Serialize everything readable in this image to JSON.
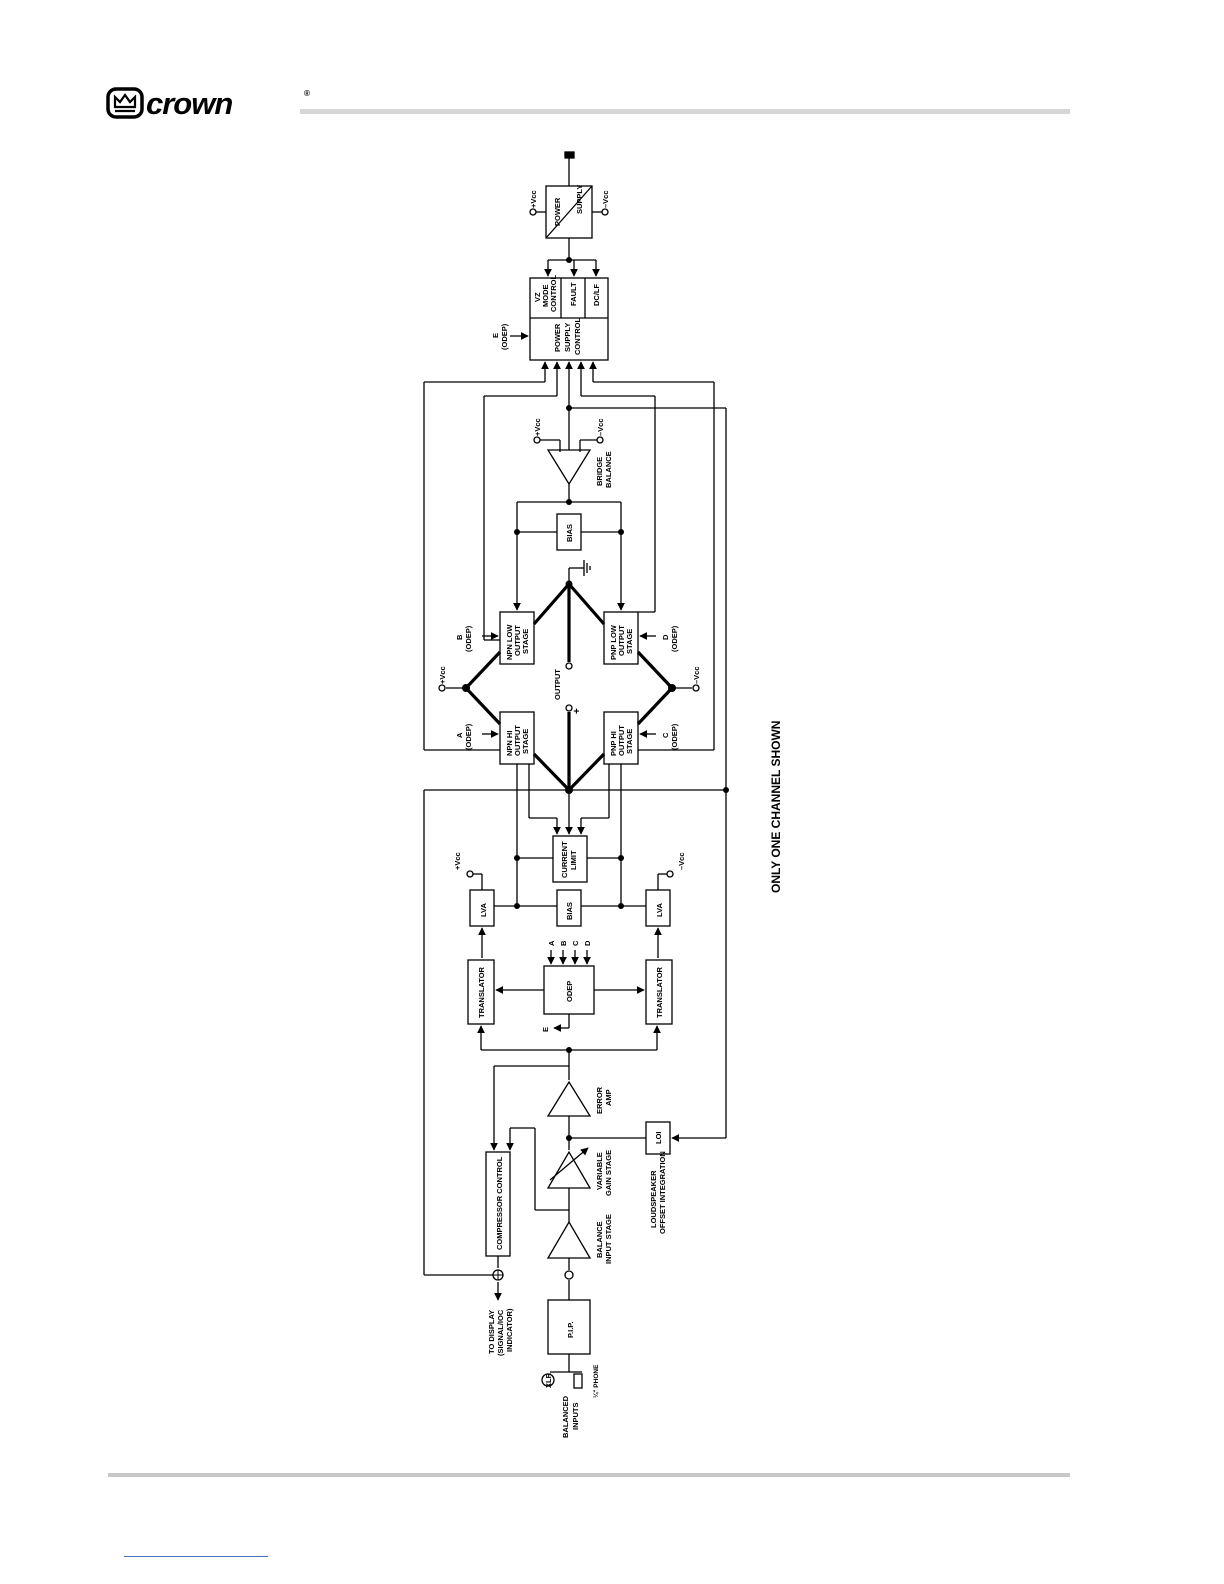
{
  "brand": {
    "name": "crown",
    "trademark": "®"
  },
  "note": "ONLY ONE CHANNEL SHOWN",
  "labels": {
    "power_supply_a": "POWER",
    "power_supply_b": "SUPPLY",
    "plus_vcc": "+Vcc",
    "minus_vcc": "–Vcc",
    "vz_mode_control": [
      "VZ",
      "MODE",
      "CONTROL"
    ],
    "fault": "FAULT",
    "dc_lf": "DC/LF",
    "power_supply_control": [
      "POWER",
      "SUPPLY",
      "CONTROL"
    ],
    "e_odep": [
      "E",
      "(ODEP)"
    ],
    "bridge_balance": [
      "BRIDGE",
      "BALANCE"
    ],
    "bias": "BIAS",
    "npn_low": [
      "NPN LOW",
      "OUTPUT",
      "STAGE"
    ],
    "pnp_low": [
      "PNP LOW",
      "OUTPUT",
      "STAGE"
    ],
    "npn_hi": [
      "NPN HI",
      "OUTPUT",
      "STAGE"
    ],
    "pnp_hi": [
      "PNP HI",
      "OUTPUT",
      "STAGE"
    ],
    "a_odep": [
      "A",
      "(ODEP)"
    ],
    "b_odep": [
      "B",
      "(ODEP)"
    ],
    "c_odep": [
      "C",
      "(ODEP)"
    ],
    "d_odep": [
      "D",
      "(ODEP)"
    ],
    "output": "OUTPUT",
    "plus": "+",
    "current_limit": [
      "CURRENT",
      "LIMIT"
    ],
    "lva": "LVA",
    "translator": "TRANSLATOR",
    "odep": "ODEP",
    "odep_inputs": [
      "A",
      "B",
      "C",
      "D"
    ],
    "e": "E",
    "error_amp": [
      "ERROR",
      "AMP"
    ],
    "loi": "LOI",
    "loudspeaker_offset": [
      "LOUDSPEAKER",
      "OFFSET INTEGRATION"
    ],
    "variable_gain": [
      "VARIABLE",
      "GAIN STAGE"
    ],
    "balance_input": [
      "BALANCE",
      "INPUT STAGE"
    ],
    "compressor_control": "COMPRESSOR CONTROL",
    "to_display": [
      "TO DISPLAY",
      "(SIGNAL/IOC",
      "INDICATOR)"
    ],
    "pip": "P.I.P.",
    "xlr": "XLR",
    "phone": "¼\" PHONE",
    "balanced_inputs": [
      "BALANCED",
      "INPUTS"
    ]
  }
}
